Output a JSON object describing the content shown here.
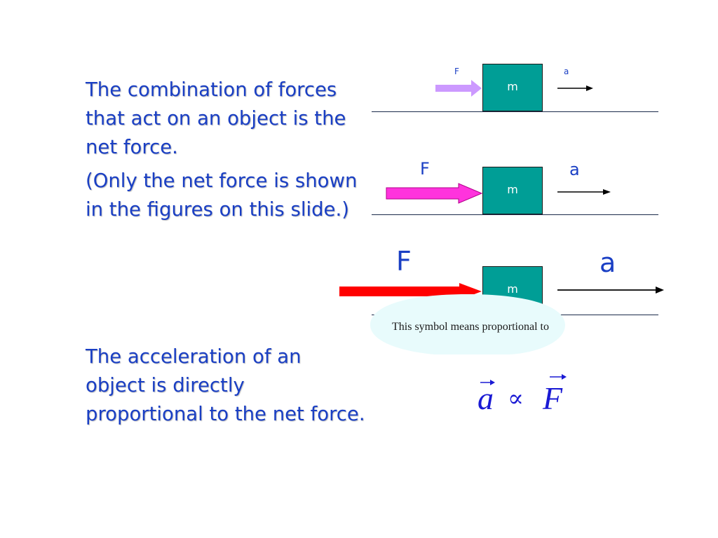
{
  "text": {
    "line1": "The combination of forces that act on an object is the net force.",
    "line2": "(Only the net force is shown in the figures on this slide.)",
    "line3": "The acceleration of an object is directly proportional to the net force."
  },
  "diagrams": [
    {
      "mass": "m",
      "force_label": "F",
      "accel_label": "a",
      "force_color": "#cc99ff"
    },
    {
      "mass": "m",
      "force_label": "F",
      "accel_label": "a",
      "force_color": "#ff33dd"
    },
    {
      "mass": "m",
      "force_label": "F",
      "accel_label": "a",
      "force_color": "#ff0000"
    }
  ],
  "callout": {
    "text": "This symbol means proportional to",
    "color": "#e8fbfc"
  },
  "formula": {
    "lhs": "a",
    "symbol": "∝",
    "rhs": "F",
    "color": "#1a1ad4"
  },
  "colors": {
    "text": "#1a3fc4",
    "mass_block": "#009e96"
  }
}
